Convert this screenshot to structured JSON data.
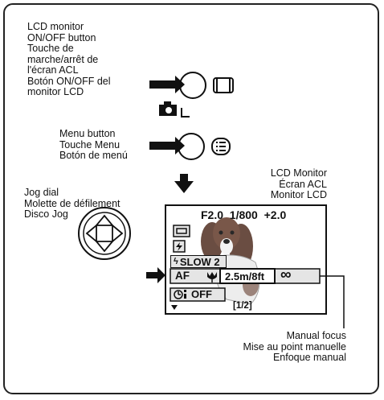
{
  "lcd_button_label": [
    "LCD monitor",
    "ON/OFF button",
    "Touche de",
    "marche/arrêt de",
    "l'écran ACL",
    "Botón ON/OFF del",
    "monitor LCD"
  ],
  "menu_button_label": [
    "Menu button",
    "Touche Menu",
    "Botón de menú"
  ],
  "jog_dial_label": [
    "Jog dial",
    "Molette de défilement",
    "Disco Jog"
  ],
  "lcd_monitor_label": [
    "LCD Monitor",
    "Écran ACL",
    "Monitor LCD"
  ],
  "manual_focus_label": [
    "Manual focus",
    "Mise au point manuelle",
    "Enfoque manual"
  ],
  "lcd_screen": {
    "status_line": "F2.0  1/800  +2.0",
    "flash_mode": "SLOW 2",
    "focus_mode": "AF",
    "focus_distance": "2.5m/8ft",
    "infinity_symbol": "∞",
    "self_timer": "OFF",
    "page_indicator": "[1/2]"
  }
}
